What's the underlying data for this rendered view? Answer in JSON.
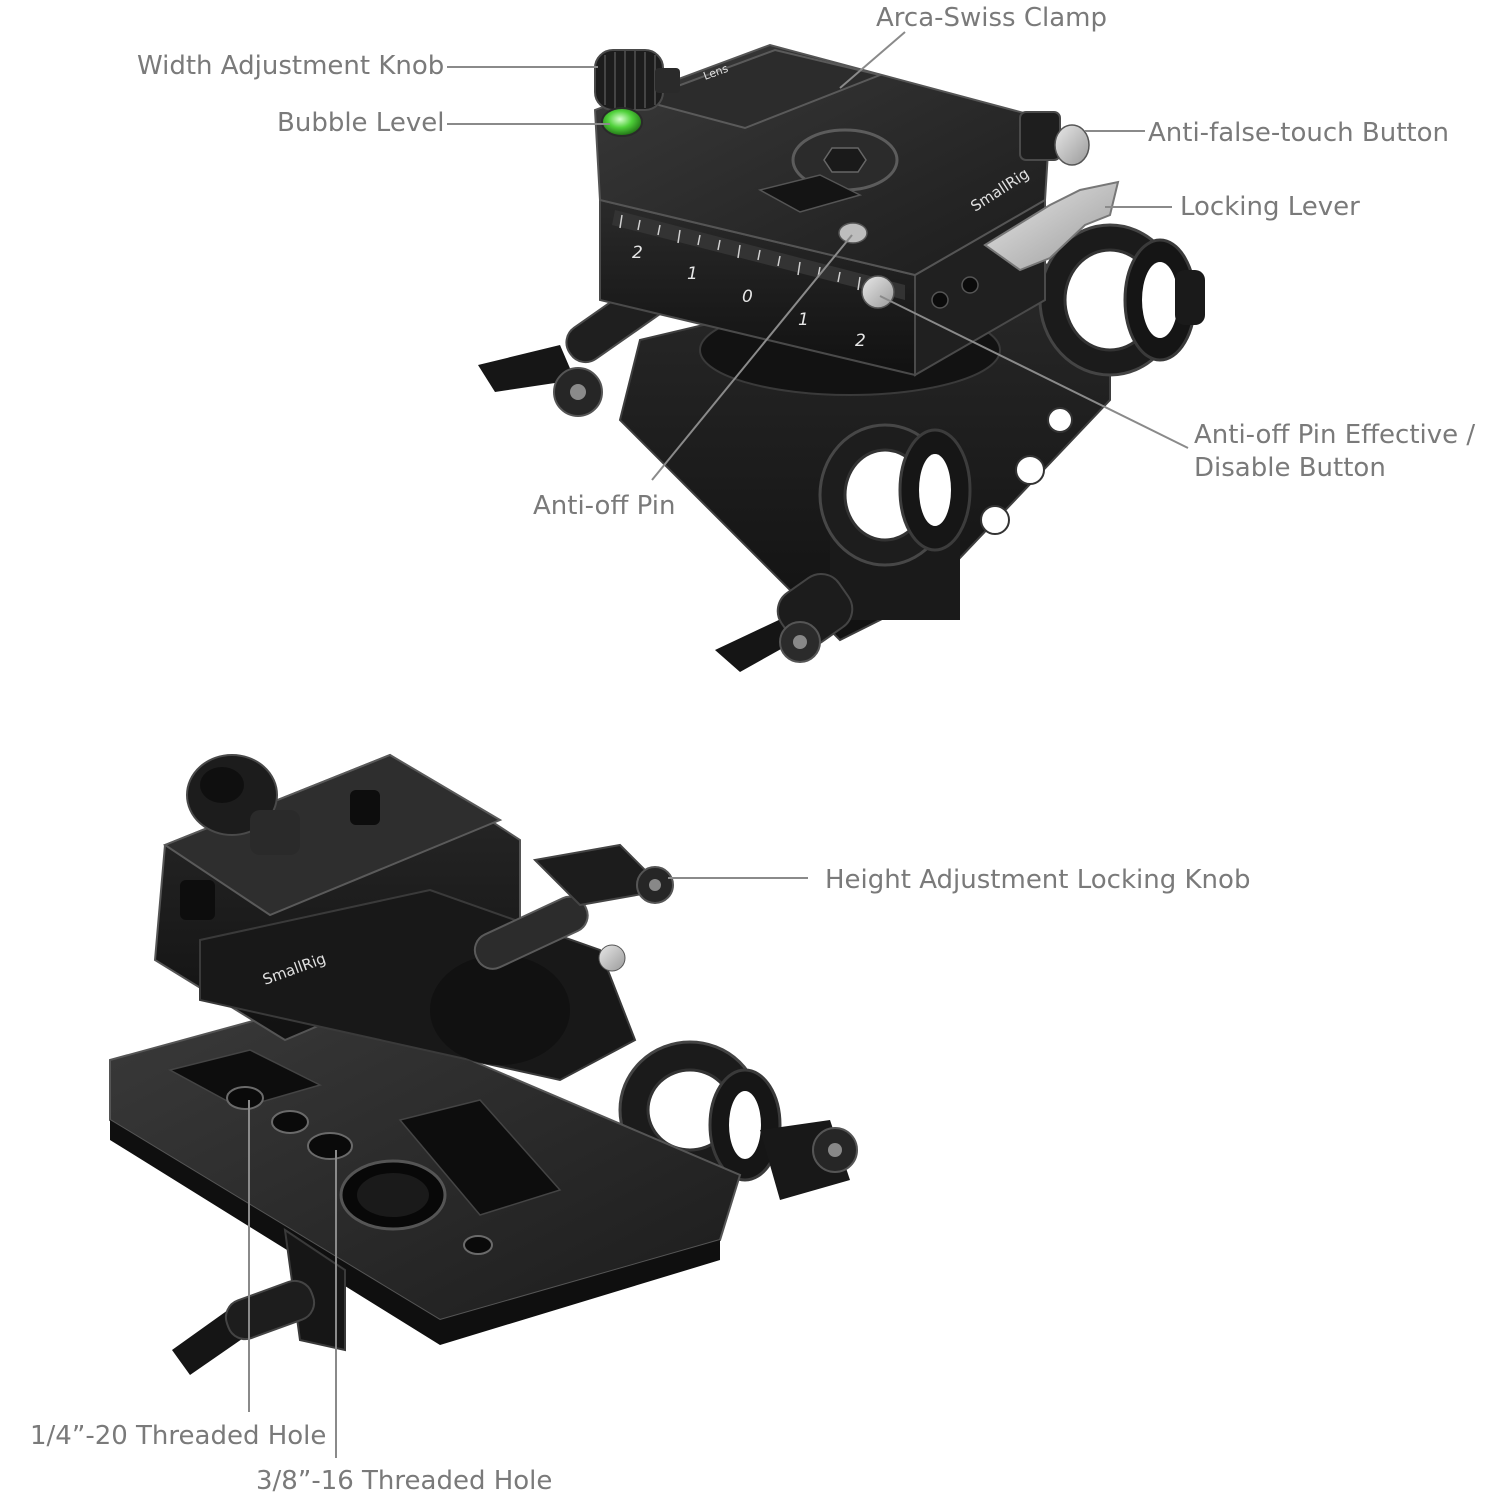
{
  "labels": {
    "arca_swiss_clamp": "Arca-Swiss Clamp",
    "width_adjustment_knob": "Width Adjustment Knob",
    "bubble_level": "Bubble Level",
    "anti_false_touch_button": "Anti-false-touch Button",
    "locking_lever": "Locking Lever",
    "anti_off_pin_button": "Anti-off Pin Effective / Disable Button",
    "anti_off_pin": "Anti-off Pin",
    "height_adjustment_locking_knob": "Height Adjustment Locking Knob",
    "quarter_20_threaded_hole": "1/4”-20 Threaded Hole",
    "three_eighths_16_threaded_hole": "3/8”-16 Threaded Hole"
  },
  "engravings": {
    "brand_top": "SmallRig",
    "brand_bottom": "SmallRig",
    "lens_mark": "Lens",
    "scale": [
      "2",
      "1",
      "0",
      "1",
      "2"
    ]
  },
  "colors": {
    "metal_dark": "#1a1a1a",
    "metal_mid": "#2b2b2b",
    "metal_edge": "#4a4a4a",
    "label_text": "#7a7a7a",
    "leader_line": "#8a8a8a",
    "bubble_green": "#4fd13a",
    "lever_silver": "#c9c9c9"
  }
}
